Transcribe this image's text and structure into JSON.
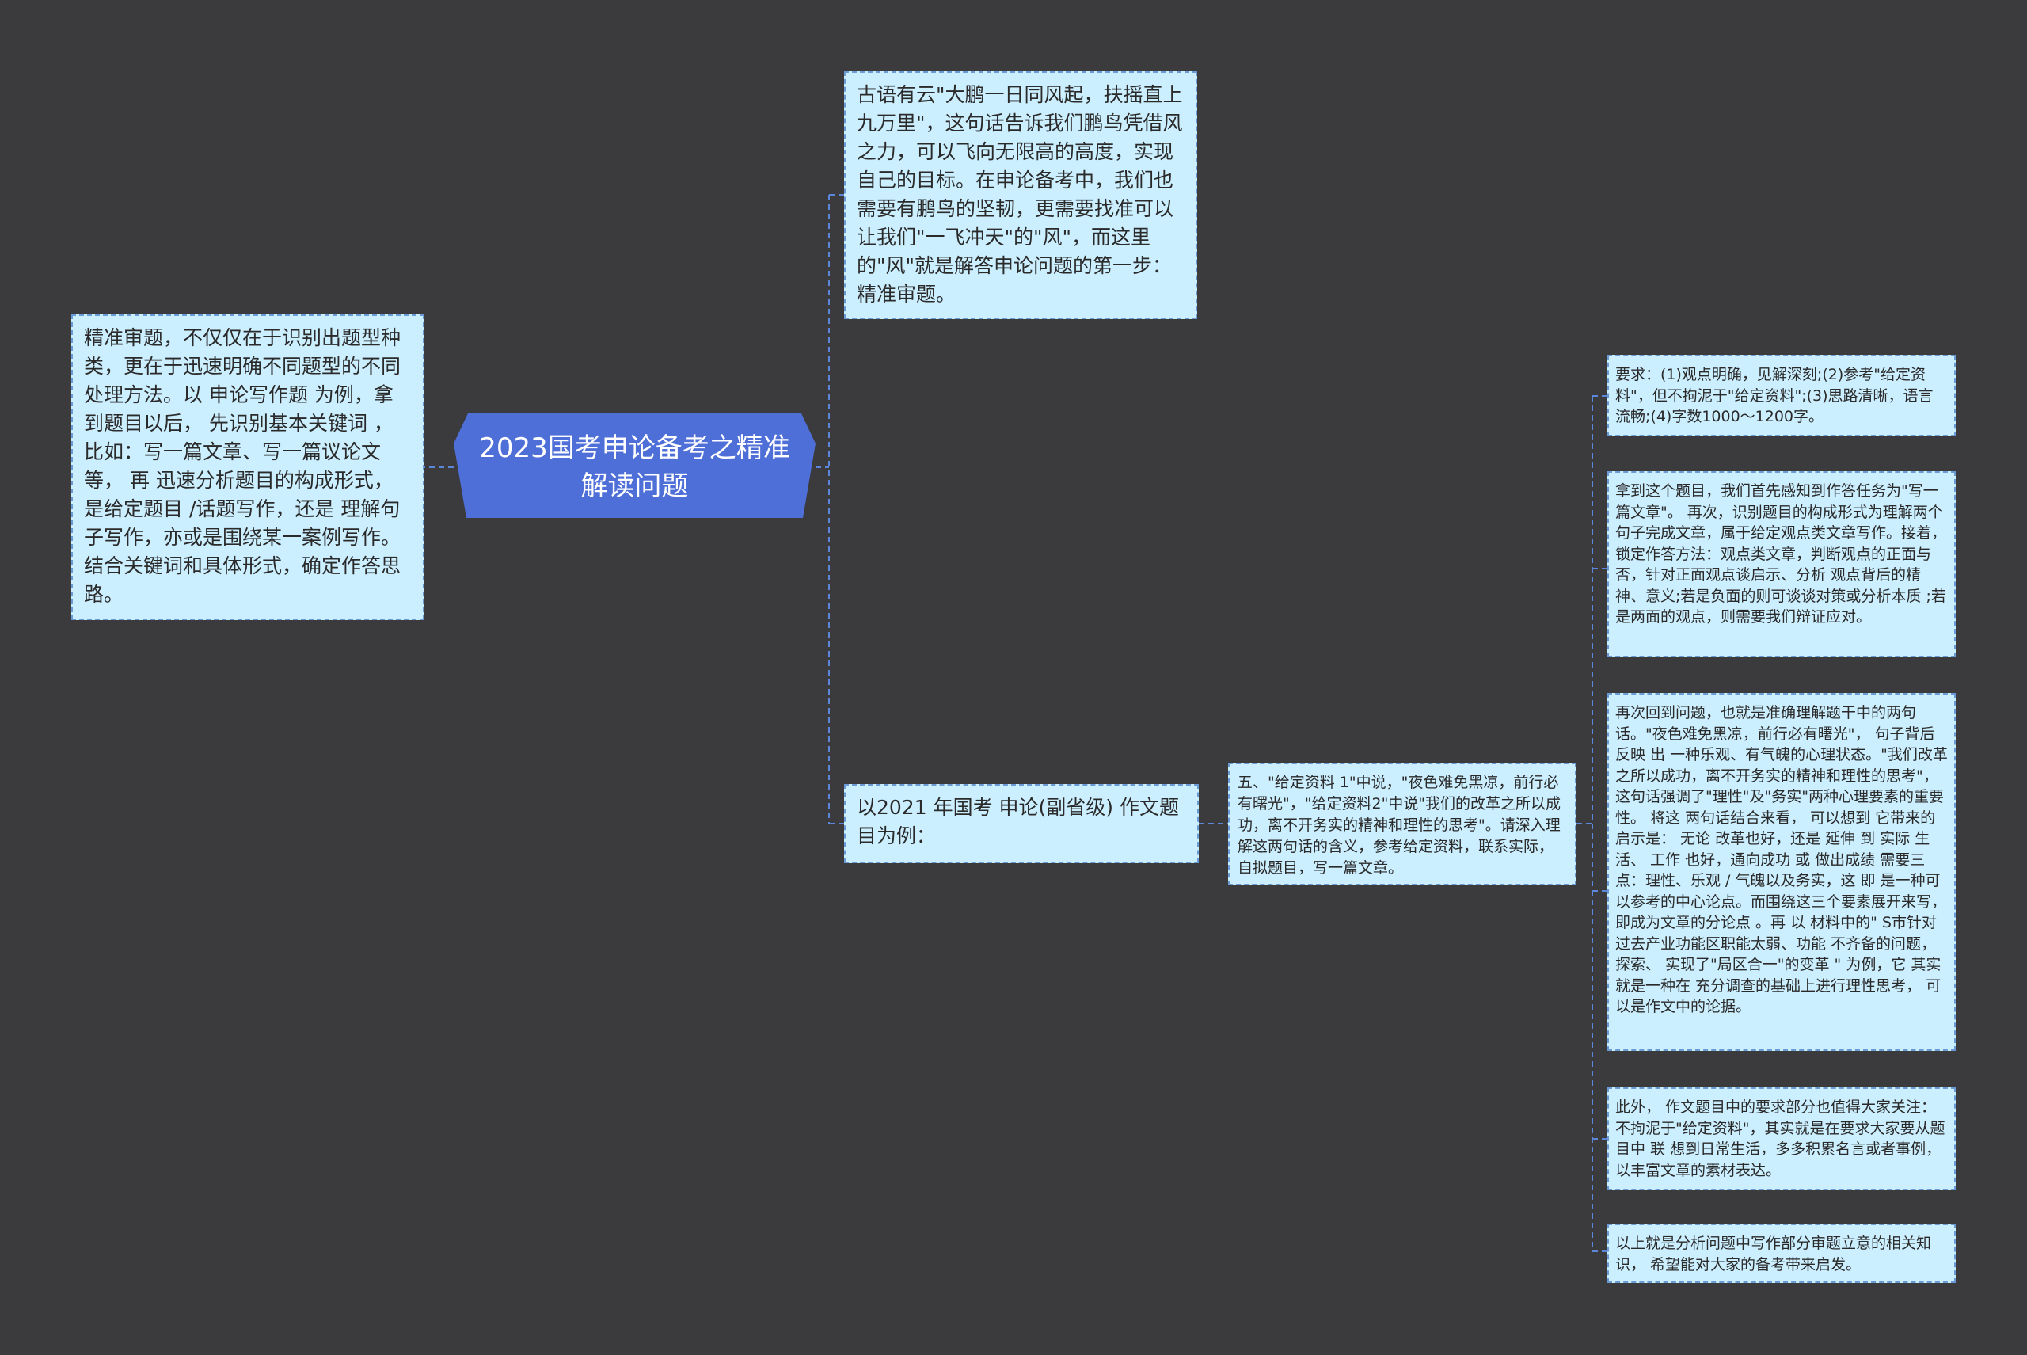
{
  "colors": {
    "background": "#3b3b3d",
    "root_fill": "#4f6fd8",
    "node_fill": "#ccefff",
    "node_border": "#6a9bd6",
    "connector": "#5b86d9"
  },
  "root": {
    "title": "2023国考申论备考之精准解读问题"
  },
  "left_node": {
    "text": "精准审题，不仅仅在于识别出题型种类，更在于迅速明确不同题型的不同处理方法。以 申论写作题 为例，拿到题目以后， 先识别基本关键词 ，比如：写一篇文章、写一篇议论文等， 再 迅速分析题目的构成形式， 是给定题目 /话题写作，还是 理解句子写作，亦或是围绕某一案例写作。 结合关键词和具体形式，确定作答思路。"
  },
  "right_top_node": {
    "text": "古语有云\"大鹏一日同风起，扶摇直上九万里\"，这句话告诉我们鹏鸟凭借风之力，可以飞向无限高的高度，实现自己的目标。在申论备考中，我们也需要有鹏鸟的坚韧，更需要找准可以让我们\"一飞冲天\"的\"风\"，而这里的\"风\"就是解答申论问题的第一步：精准审题。"
  },
  "right_bottom_node": {
    "text": "以2021 年国考 申论(副省级) 作文题目为例："
  },
  "example_node": {
    "text": "五、\"给定资料 1\"中说，\"夜色难免黑凉，前行必有曙光\"，\"给定资料2\"中说\"我们的改革之所以成功，离不开务实的精神和理性的思考\"。请深入理解这两句话的含义，参考给定资料，联系实际，自拟题目，写一篇文章。"
  },
  "leaf_nodes": [
    {
      "text": "要求：(1)观点明确，见解深刻;(2)参考\"给定资料\"，但不拘泥于\"给定资料\";(3)思路清晰，语言流畅;(4)字数1000～1200字。"
    },
    {
      "text": "拿到这个题目，我们首先感知到作答任务为\"写一篇文章\"。 再次，识别题目的构成形式为理解两个句子完成文章，属于给定观点类文章写作。接着，锁定作答方法：观点类文章，判断观点的正面与否，针对正面观点谈启示、分析 观点背后的精神、意义;若是负面的则可谈谈对策或分析本质 ;若是两面的观点，则需要我们辩证应对。"
    },
    {
      "text": "再次回到问题，也就是准确理解题干中的两句话。\"夜色难免黑凉，前行必有曙光\"， 句子背后 反映 出 一种乐观、有气魄的心理状态。\"我们改革之所以成功，离不开务实的精神和理性的思考\"，这句话强调了\"理性\"及\"务实\"两种心理要素的重要性。 将这 两句话结合来看， 可以想到 它带来的启示是： 无论 改革也好，还是 延伸 到 实际 生活、 工作 也好，通向成功 或 做出成绩 需要三点：理性、乐观 / 气魄以及务实，这 即 是一种可以参考的中心论点。而围绕这三个要素展开来写，即成为文章的分论点 。再 以 材料中的\" S市针对过去产业功能区职能太弱、功能 不齐备的问题， 探索、 实现了\"局区合一\"的变革 \" 为例，它 其实就是一种在 充分调查的基础上进行理性思考， 可以是作文中的论据。"
    },
    {
      "text": "此外， 作文题目中的要求部分也值得大家关注：不拘泥于\"给定资料\"，其实就是在要求大家要从题目中 联 想到日常生活，多多积累名言或者事例，以丰富文章的素材表达。"
    },
    {
      "text": "以上就是分析问题中写作部分审题立意的相关知识， 希望能对大家的备考带来启发。"
    }
  ]
}
